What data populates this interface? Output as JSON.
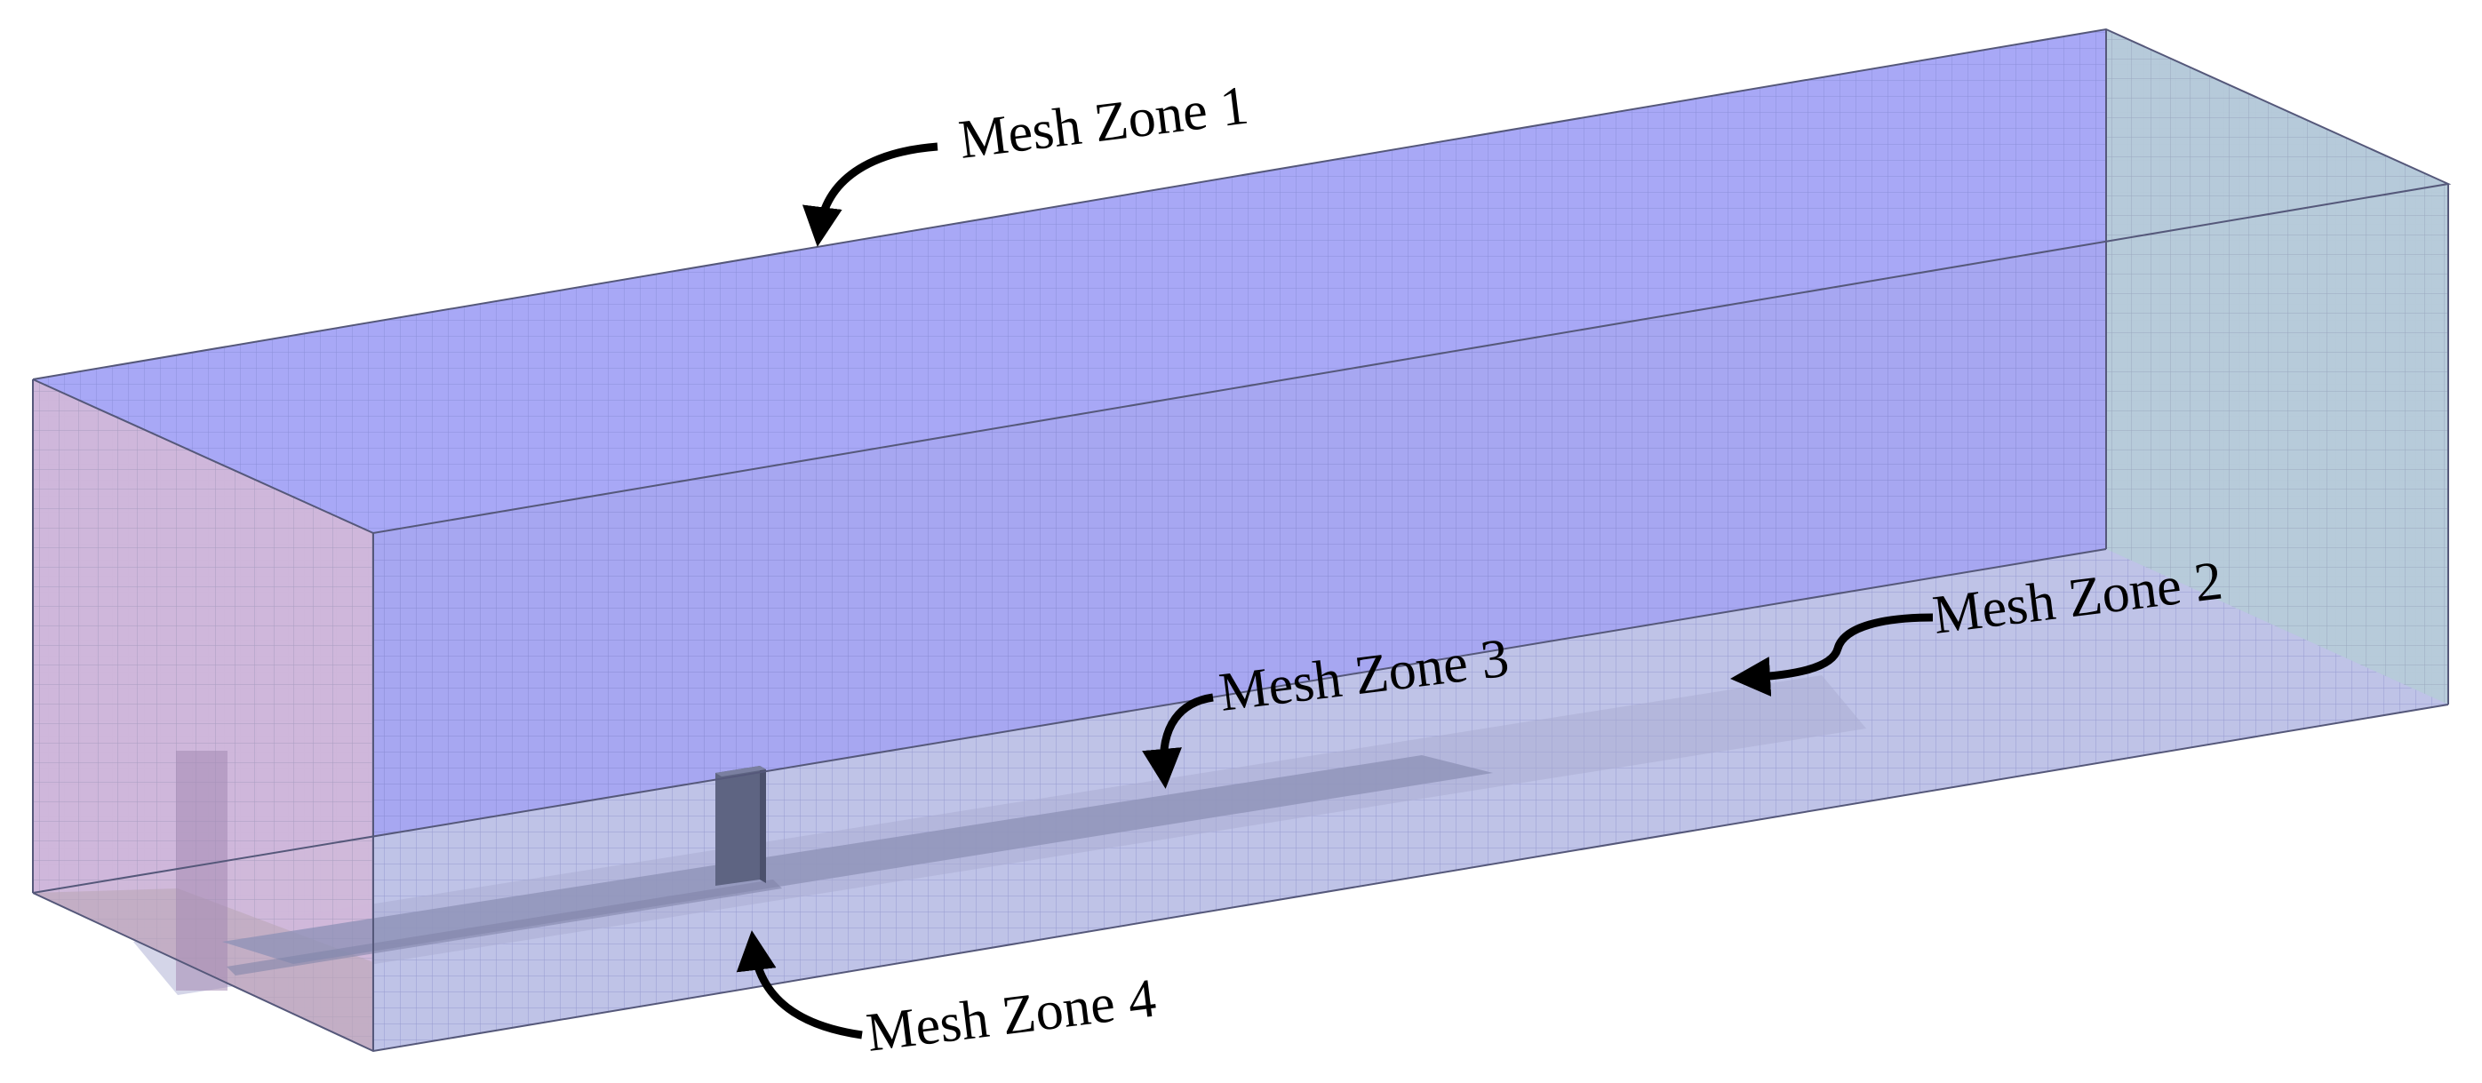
{
  "labels": {
    "zone1": "Mesh Zone 1",
    "zone2": "Mesh Zone 2",
    "zone3": "Mesh Zone 3",
    "zone4": "Mesh Zone 4"
  },
  "colors": {
    "top_face": "#a8a8f6",
    "back_face": "#a3a3f2",
    "left_face": "#d1b7d9",
    "right_face": "#b6cbd8",
    "floor": "#c0c4e4",
    "zone3_strip": "#8c90b6",
    "zone4_block": "#5e6482",
    "mesh_line": "#6d72b8",
    "arrow": "#000000"
  }
}
